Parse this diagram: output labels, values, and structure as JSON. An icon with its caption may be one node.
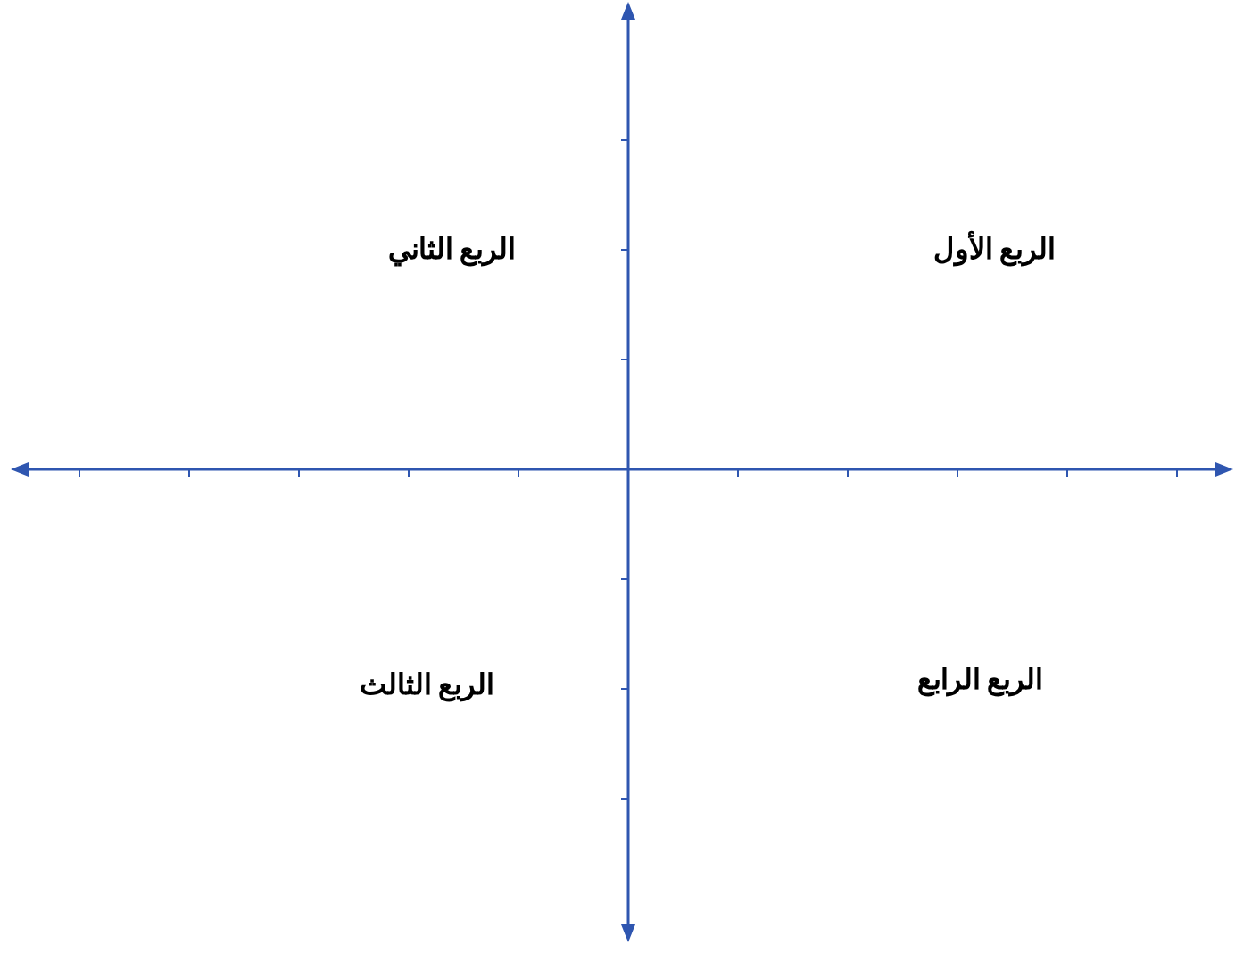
{
  "diagram": {
    "labels": [
      "الربع الثاني",
      "الربع الأول",
      "الربع الثالث",
      "الربع الرابع"
    ]
  }
}
